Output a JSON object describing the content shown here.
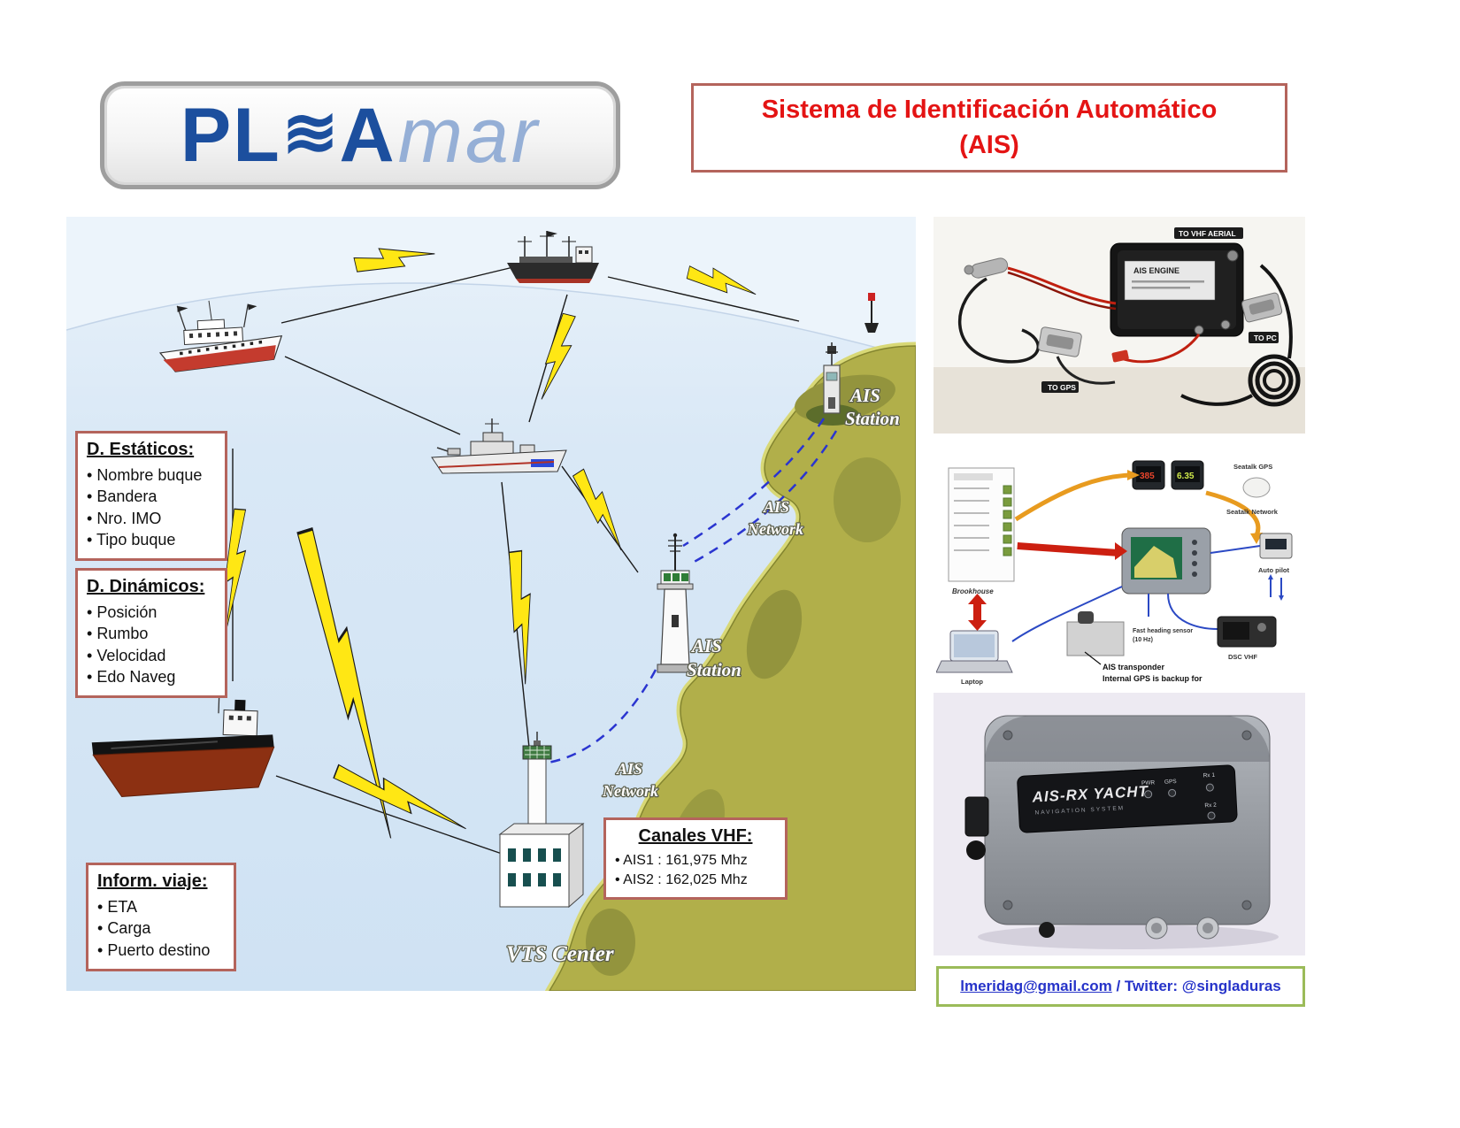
{
  "logo": {
    "pl": "PL",
    "wave": "≋",
    "a": "A",
    "mar": "mar"
  },
  "title": {
    "line1": "Sistema de Identificación Automático",
    "line2": "(AIS)"
  },
  "info_boxes": {
    "estaticos": {
      "title": "D. Estáticos:",
      "items": [
        "Nombre buque",
        "Bandera",
        "Nro. IMO",
        "Tipo buque"
      ]
    },
    "dinamicos": {
      "title": "D. Dinámicos:",
      "items": [
        "Posición",
        "Rumbo",
        "Velocidad",
        "Edo Naveg"
      ]
    },
    "viaje": {
      "title": "Inform. viaje:",
      "items": [
        "ETA",
        "Carga",
        "Puerto destino"
      ]
    },
    "canales": {
      "title": "Canales VHF:",
      "items": [
        "AIS1 :  161,975 Mhz",
        "AIS2 :  162,025 Mhz"
      ]
    }
  },
  "diagram": {
    "labels": {
      "ais": "AIS",
      "station": "Station",
      "network": "Network",
      "vts": "VTS  Center"
    }
  },
  "photos": {
    "engine": {
      "device_label": "AIS ENGINE",
      "to_vhf_aerial": "TO VHF AERIAL",
      "to_gps": "TO GPS",
      "to_pc": "TO PC"
    },
    "network": {
      "brookhouse": "Brookhouse",
      "laptop": "Laptop",
      "gauge_left": "385",
      "gauge_right": "6.35",
      "seatalk_gps": "Seatalk GPS",
      "seatalk_network": "Seatalk Network",
      "auto_pilot": "Auto pilot",
      "fast_heading_1": "Fast heading sensor",
      "fast_heading_2": "(10 Hz)",
      "dsc_vhf": "DSC VHF",
      "transponder_1": "AIS transponder",
      "transponder_2": "Internal GPS is backup for"
    },
    "receiver": {
      "model": "AIS-RX YACHT",
      "subtitle": "NAVIGATION SYSTEM",
      "pwr": "PWR",
      "gps": "GPS",
      "rx1": "Rx 1",
      "rx2": "Rx 2"
    }
  },
  "footer": {
    "email": "lmeridag@gmail.com",
    "separator": " / ",
    "twitter": "Twitter: @singladuras"
  },
  "colors": {
    "title_red": "#e41414",
    "box_border": "#b4645c",
    "logo_blue": "#1c4f9e",
    "logo_mar": "#95afd6",
    "sea": "#d9e8f6",
    "land": "#b1af4a",
    "bolt_yellow": "#ffe714",
    "dash_blue": "#2a35d0",
    "footer_border": "#9bbb59",
    "link_blue": "#2633c9"
  }
}
